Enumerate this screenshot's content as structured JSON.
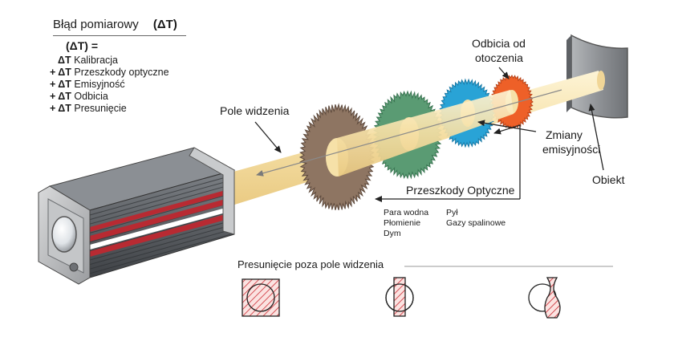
{
  "error_box": {
    "title": "Błąd pomiarowy",
    "title_symbol": "(ΔT)",
    "equation": "(ΔT)   =",
    "items": [
      {
        "prefix": "ΔT",
        "text": "Kalibracja"
      },
      {
        "prefix": "+ ΔT",
        "text": "Przeszkody optyczne"
      },
      {
        "prefix": "+ ΔT",
        "text": "Emisyjność"
      },
      {
        "prefix": "+ ΔT",
        "text": "Odbicia"
      },
      {
        "prefix": "+ ΔT",
        "text": "Presunięcie"
      }
    ]
  },
  "labels": {
    "field_of_view": "Pole widzenia",
    "reflections_line1": "Odbicia od",
    "reflections_line2": "otoczenia",
    "emissivity_line1": "Zmiany",
    "emissivity_line2": "emisyjności",
    "object": "Obiekt",
    "optical_obstacles": "Przeszkody Optyczne",
    "obstacles_col1": [
      "Para wodna",
      "Płomienie",
      "Dym"
    ],
    "obstacles_col2": [
      "Pył",
      "Gazy spalinowe"
    ],
    "misalignment_title": "Presunięcie poza pole widzenia"
  },
  "colors": {
    "beam": "#f8e8b8",
    "brown_disc": "#8e7562",
    "green_disc": "#5a9b73",
    "blue_disc": "#29a3d6",
    "orange_disc": "#ee6028",
    "stripe_red": "#b82a32",
    "hatch_red": "#cc2a32",
    "sensor_body": "#6b6f74",
    "object_plate": "#9a9da1"
  }
}
